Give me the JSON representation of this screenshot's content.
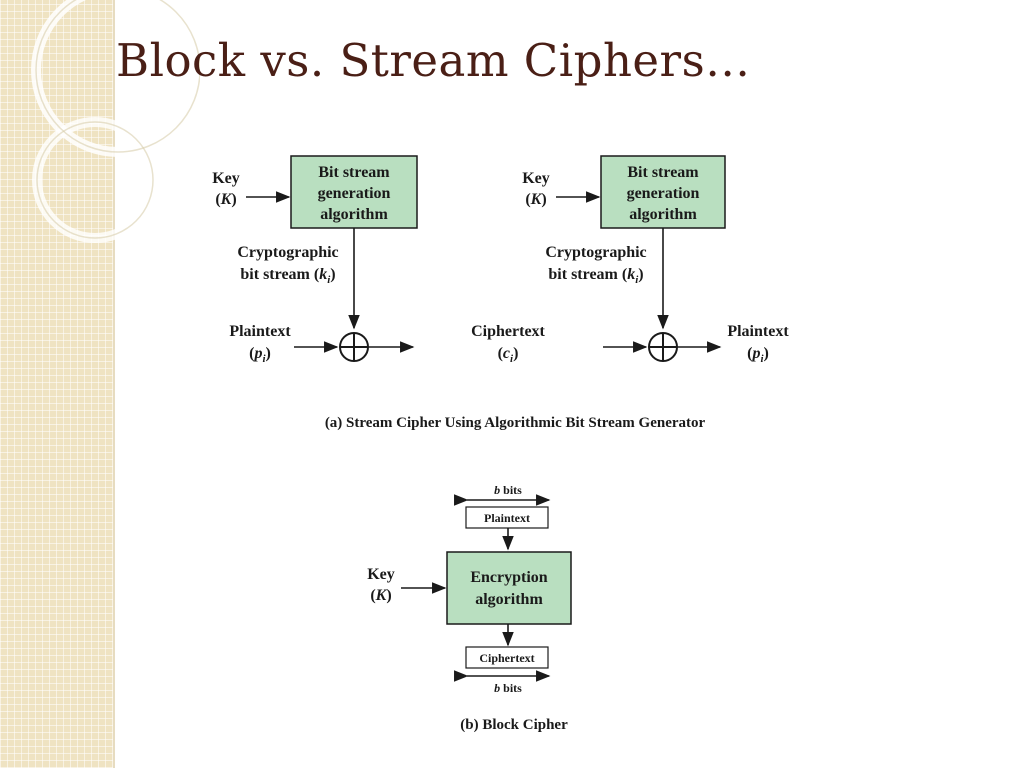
{
  "slide": {
    "title": "Block vs. Stream Ciphers…"
  },
  "stream": {
    "caption": "(a) Stream Cipher Using Algorithmic Bit Stream Generator",
    "encrypt": {
      "key_label": "Key",
      "key_symbol": "K",
      "gen_line1": "Bit stream",
      "gen_line2": "generation",
      "gen_line3": "algorithm",
      "crypto_line1": "Cryptographic",
      "crypto_line2": "bit stream (",
      "crypto_symbol": "k",
      "crypto_sub": "i",
      "input_label": "Plaintext",
      "input_symbol": "p",
      "input_sub": "i"
    },
    "decrypt": {
      "key_label": "Key",
      "key_symbol": "K",
      "gen_line1": "Bit stream",
      "gen_line2": "generation",
      "gen_line3": "algorithm",
      "crypto_line1": "Cryptographic",
      "crypto_line2": "bit stream (",
      "crypto_symbol": "k",
      "crypto_sub": "i",
      "input_label": "Ciphertext",
      "input_symbol": "c",
      "input_sub": "i",
      "output_label": "Plaintext",
      "output_symbol": "p",
      "output_sub": "i"
    }
  },
  "block": {
    "caption": "(b) Block Cipher",
    "top_bits_var": "b",
    "top_bits_unit": " bits",
    "plaintext": "Plaintext",
    "enc_line1": "Encryption",
    "enc_line2": "algorithm",
    "key_label": "Key",
    "key_symbol": "K",
    "ciphertext": "Ciphertext",
    "bottom_bits_var": "b",
    "bottom_bits_unit": " bits"
  },
  "colors": {
    "box_fill": "#b9dfc0",
    "title": "#4a1f16",
    "sidebar": "#efe3c2"
  }
}
